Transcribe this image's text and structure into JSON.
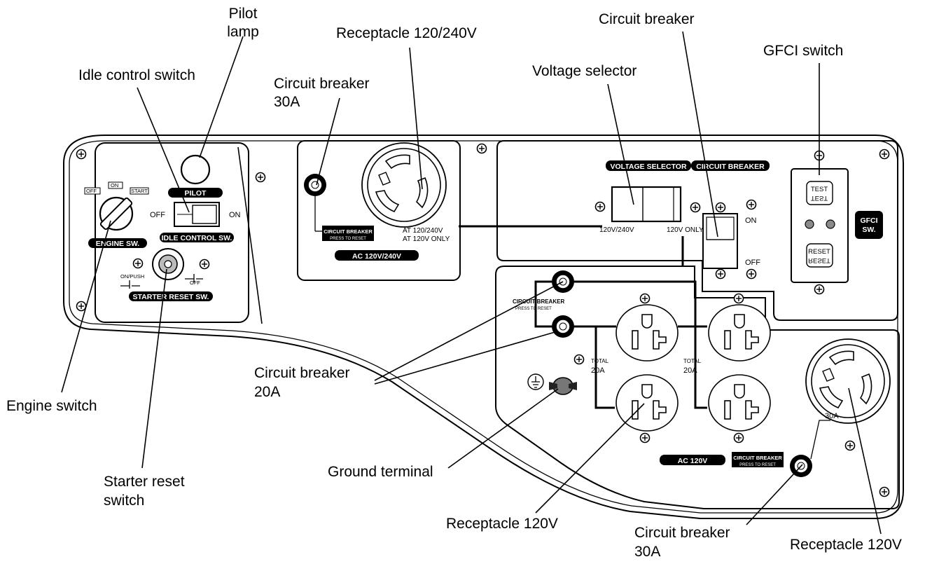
{
  "callouts": {
    "pilot_lamp_1": "Pilot",
    "pilot_lamp_2": "lamp",
    "receptacle_120_240": "Receptacle 120/240V",
    "circuit_breaker_top": "Circuit breaker",
    "gfci_switch": "GFCI switch",
    "idle_control_switch": "Idle control switch",
    "cb30_top_1": "Circuit breaker",
    "cb30_top_2": "30A",
    "voltage_selector": "Voltage selector",
    "cb20_1": "Circuit breaker",
    "cb20_2": "20A",
    "engine_switch": "Engine switch",
    "starter_reset_1": "Starter reset",
    "starter_reset_2": "switch",
    "ground_terminal": "Ground terminal",
    "receptacle_120_mid": "Receptacle 120V",
    "cb30_bottom_1": "Circuit breaker",
    "cb30_bottom_2": "30A",
    "receptacle_120_right": "Receptacle 120V"
  },
  "panel": {
    "pilot_label": "PILOT",
    "idle_off": "OFF",
    "idle_on": "ON",
    "idle_label": "IDLE CONTROL SW.",
    "key_off": "OFF",
    "key_on": "ON",
    "key_start": "START",
    "engine_label": "ENGINE SW.",
    "on_push": "ON/PUSH",
    "reset_off": "OFF",
    "starter_label": "STARTER RESET SW.",
    "cb_label": "CIRCUIT BREAKER",
    "press_to_reset": "PRESS TO RESET",
    "at_120_240": "AT 120/240V",
    "at_120_only": "AT 120V ONLY",
    "ac_120_240": "AC 120V/240V",
    "voltage_selector_label": "VOLTAGE SELECTOR",
    "circuit_breaker_label": "CIRCUIT BREAKER",
    "sel_120_240": "120V/240V",
    "sel_120_only": "120V ONLY",
    "cb_on": "ON",
    "cb_off": "OFF",
    "test": "TEST",
    "reset": "RESET",
    "gfci_1": "GFCI",
    "gfci_2": "SW.",
    "total": "TOTAL",
    "total_20a": "20A",
    "ac_120": "AC 120V",
    "amp_30a": "30A"
  }
}
